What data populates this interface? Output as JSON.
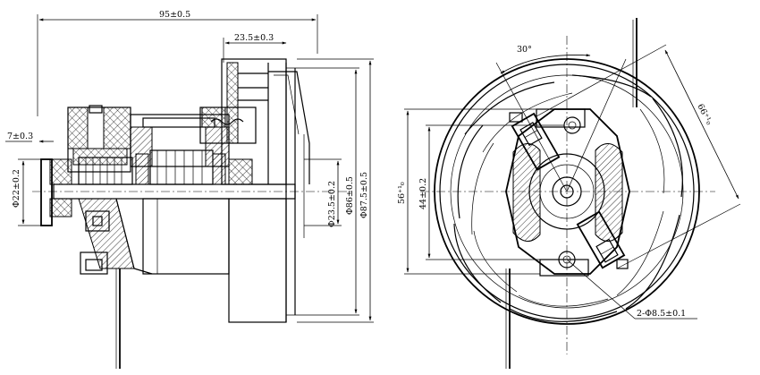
{
  "side_view": {
    "dim_overall_length": "95±0.5",
    "dim_fan_width": "23.5±0.3",
    "dim_shaft_step": "7±0.3",
    "dim_bearing_dia": "Φ22±0.2",
    "dim_hub_dia": "Φ23.5±0.2",
    "dim_fan_dia_inner": "Φ86±0.5",
    "dim_fan_dia_outer": "Φ87.5±0.5"
  },
  "front_view": {
    "dim_angle": "30°",
    "dim_diagonal": "66⁺¹₀",
    "dim_height_outer": "56⁺¹₀",
    "dim_height_inner": "44±0.2",
    "dim_holes": "2-Φ8.5±0.1"
  }
}
